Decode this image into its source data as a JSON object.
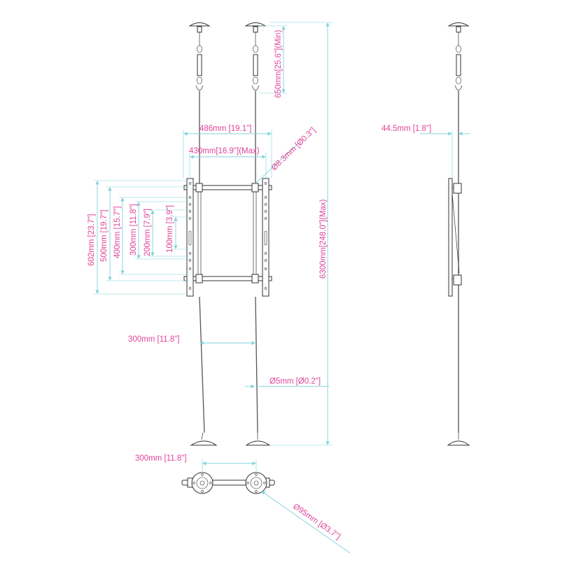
{
  "front_view": {
    "total_width": "486mm [19.1\"]",
    "max_pattern_width": "430mm[16.9\"](Max)",
    "cable_diameter": "Ø8.3mm [Ø0.3\"]",
    "min_top_length": "650mm[25.6\"](Min)",
    "total_height_max": "6300mm[248.0\"](Max)",
    "pole_spacing": "300mm [11.8\"]",
    "pole_diameter": "Ø5mm [Ø0.2\"]",
    "vesa_heights": [
      "602mm [23.7\"]",
      "500mm [19.7\"]",
      "400mm [15.7\"]",
      "300mm [11.8\"]",
      "200mm [7.9\"]",
      "100mm [3.9\"]"
    ]
  },
  "side_view": {
    "depth": "44.5mm [1.8\"]"
  },
  "top_view": {
    "spacing": "300mm [11.8\"]",
    "base_diameter": "Ø95mm [Ø3.7\"]"
  }
}
